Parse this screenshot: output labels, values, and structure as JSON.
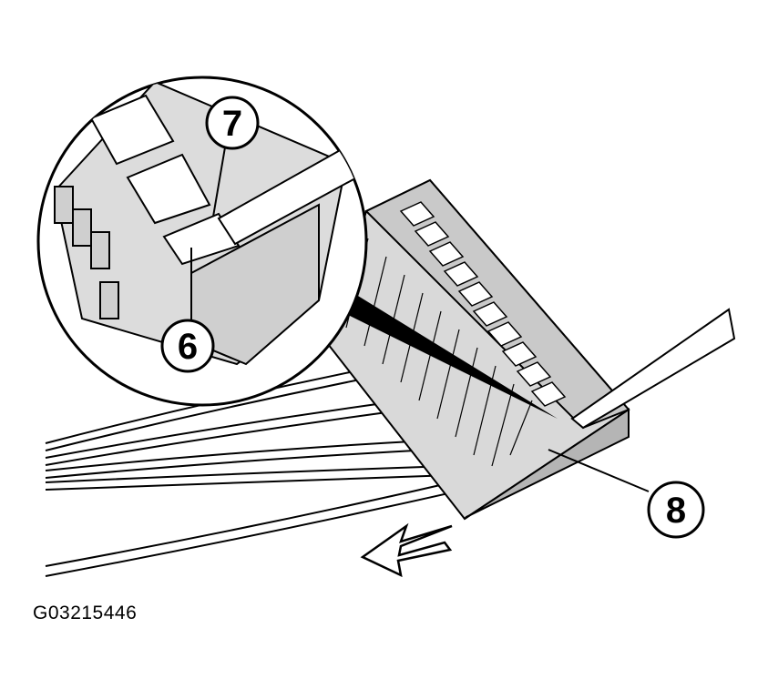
{
  "figure": {
    "id": "G03215446"
  },
  "callouts": [
    {
      "key": "c7",
      "label": "7"
    },
    {
      "key": "c6",
      "label": "6"
    },
    {
      "key": "c8",
      "label": "8"
    }
  ],
  "colors": {
    "line": "#000000",
    "connector_fill": "#d9d9d9",
    "connector_shadow": "#b5b5b5",
    "background": "#ffffff"
  },
  "icons": [
    "release-direction-arrow-icon",
    "screwdriver-tool-icon"
  ]
}
